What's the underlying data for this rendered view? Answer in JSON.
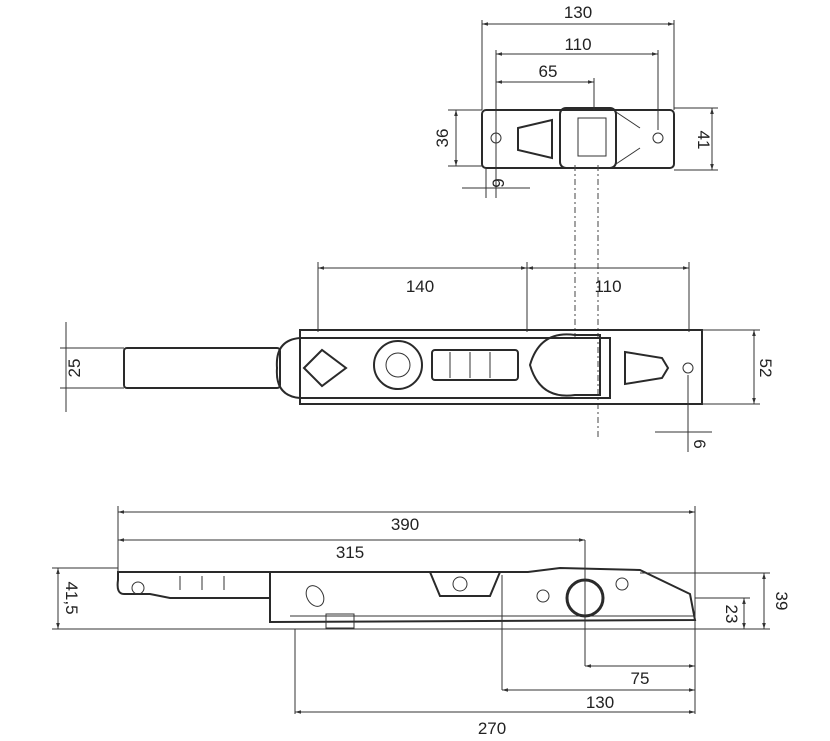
{
  "top_view": {
    "dims": {
      "width_total": "130",
      "hole_spacing": "110",
      "center_offset": "65",
      "height_left": "36",
      "height_right": "41",
      "hole_offset": "9"
    }
  },
  "plan_view": {
    "dims": {
      "handle_length": "140",
      "body_length": "110",
      "handle_width": "25",
      "body_width": "52",
      "hole_offset": "6"
    }
  },
  "side_view": {
    "dims": {
      "overall_length": "390",
      "pivot_distance": "315",
      "height_total": "41,5",
      "pivot_height": "23",
      "body_height": "39",
      "pivot_to_end": "75",
      "hole_to_end": "130",
      "base_length": "270"
    }
  }
}
